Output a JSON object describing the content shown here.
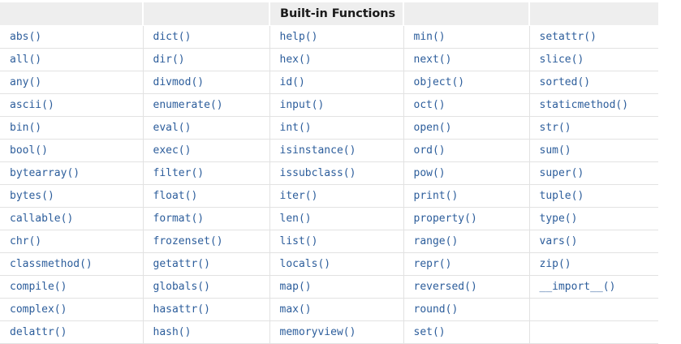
{
  "table": {
    "title": "Built-in Functions",
    "title_column_index": 2,
    "header_cells": [
      "",
      "",
      "Built-in Functions",
      "",
      ""
    ],
    "colors": {
      "header_background": "#eeeeee",
      "cell_text": "#2c5d9b",
      "title_text": "#1a1a1a",
      "grid_line": "#e2e2e2",
      "page_background": "#ffffff"
    },
    "columns": 5,
    "row_count": 14,
    "rows": [
      [
        "abs()",
        "dict()",
        "help()",
        "min()",
        "setattr()"
      ],
      [
        "all()",
        "dir()",
        "hex()",
        "next()",
        "slice()"
      ],
      [
        "any()",
        "divmod()",
        "id()",
        "object()",
        "sorted()"
      ],
      [
        "ascii()",
        "enumerate()",
        "input()",
        "oct()",
        "staticmethod()"
      ],
      [
        "bin()",
        "eval()",
        "int()",
        "open()",
        "str()"
      ],
      [
        "bool()",
        "exec()",
        "isinstance()",
        "ord()",
        "sum()"
      ],
      [
        "bytearray()",
        "filter()",
        "issubclass()",
        "pow()",
        "super()"
      ],
      [
        "bytes()",
        "float()",
        "iter()",
        "print()",
        "tuple()"
      ],
      [
        "callable()",
        "format()",
        "len()",
        "property()",
        "type()"
      ],
      [
        "chr()",
        "frozenset()",
        "list()",
        "range()",
        "vars()"
      ],
      [
        "classmethod()",
        "getattr()",
        "locals()",
        "repr()",
        "zip()"
      ],
      [
        "compile()",
        "globals()",
        "map()",
        "reversed()",
        "__import__()"
      ],
      [
        "complex()",
        "hasattr()",
        "max()",
        "round()",
        ""
      ],
      [
        "delattr()",
        "hash()",
        "memoryview()",
        "set()",
        ""
      ]
    ]
  }
}
